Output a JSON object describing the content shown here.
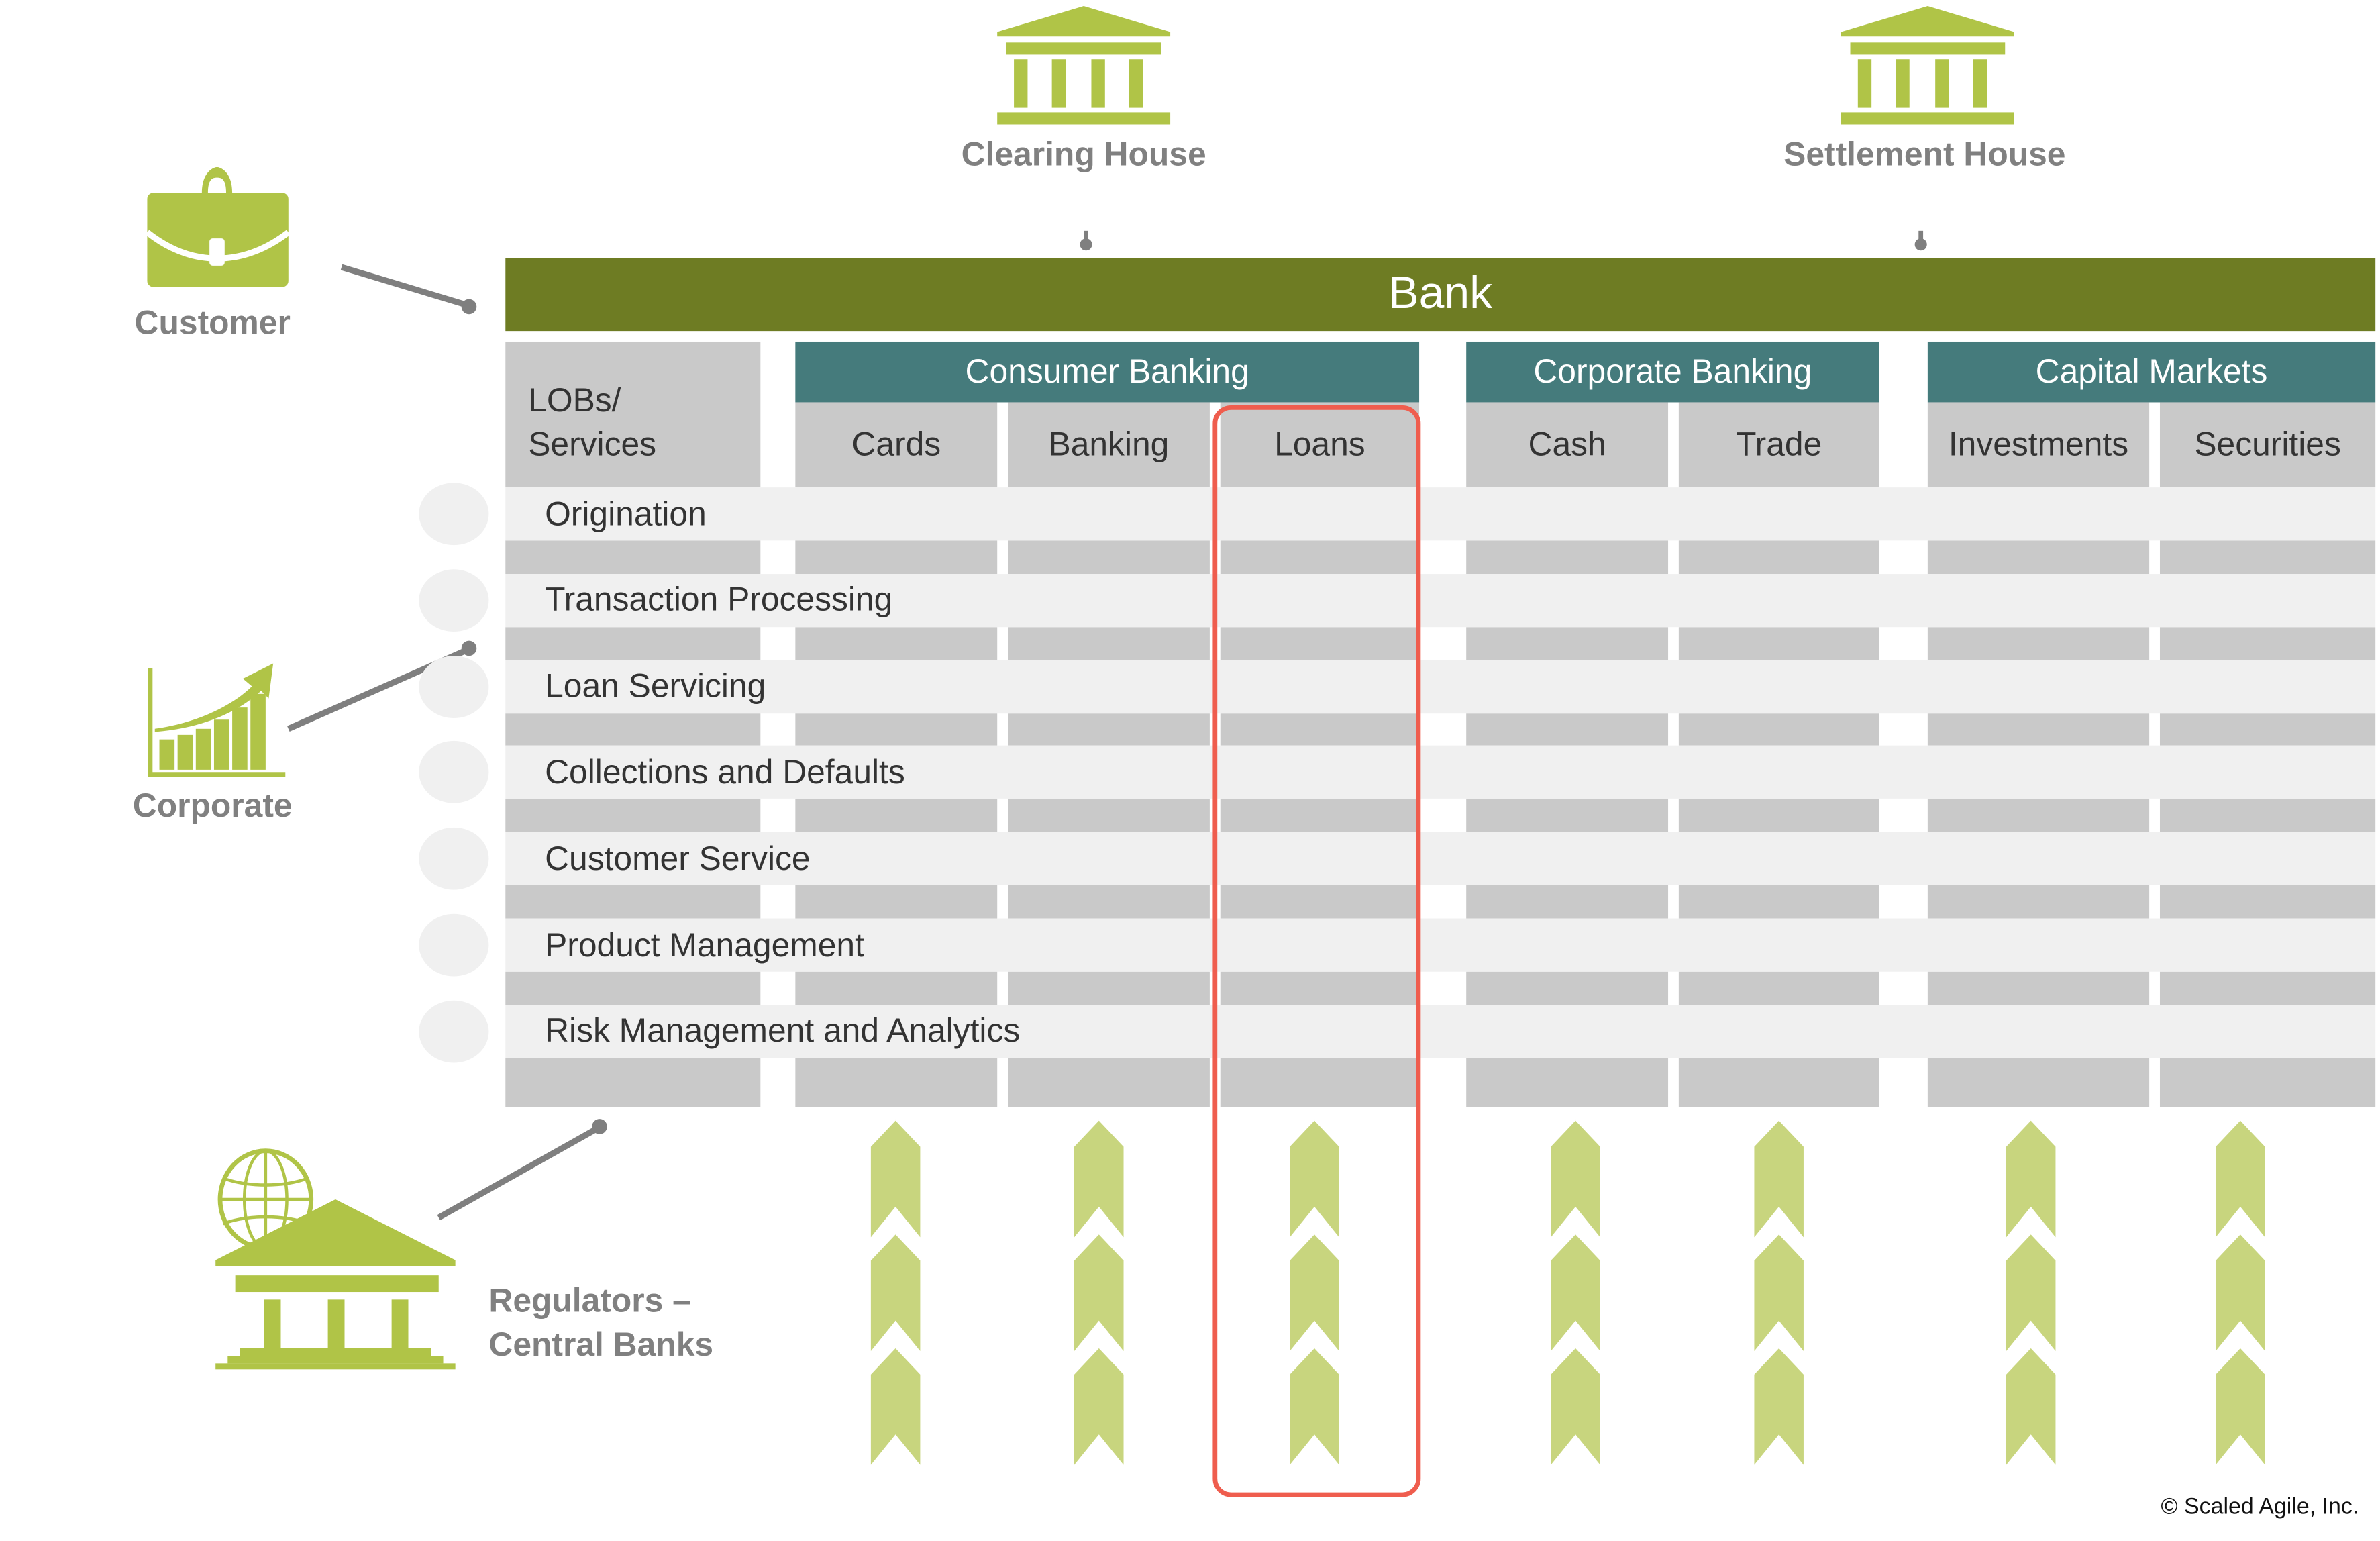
{
  "colors": {
    "bank_bar": "#6e7c23",
    "group_header": "#457b7c",
    "cell_gray": "#c9c9c9",
    "row_light": "#f0f0f0",
    "icon_green": "#b0c447",
    "value_stream_green": "#c8d57e",
    "highlight_red": "#ef5d4e",
    "label_gray": "#808080"
  },
  "external_entities": {
    "clearing_house": "Clearing House",
    "settlement_house": "Settlement House",
    "customer": "Customer",
    "corporate": "Corporate",
    "regulators_line1": "Regulators –",
    "regulators_line2": "Central Banks"
  },
  "bank": {
    "title": "Bank",
    "lobs_label_line1": "LOBs/",
    "lobs_label_line2": "Services",
    "groups": [
      {
        "label": "Consumer Banking",
        "columns": [
          "Cards",
          "Banking",
          "Loans"
        ]
      },
      {
        "label": "Corporate Banking",
        "columns": [
          "Cash",
          "Trade"
        ]
      },
      {
        "label": "Capital Markets",
        "columns": [
          "Investments",
          "Securities"
        ]
      }
    ],
    "services": [
      "Origination",
      "Transaction Processing",
      "Loan Servicing",
      "Collections and Defaults",
      "Customer Service",
      "Product Management",
      "Risk Management and Analytics"
    ],
    "highlighted_column": "Loans"
  },
  "value_streams": {
    "chevrons_per_column": 3
  },
  "footer": {
    "copyright": "© Scaled Agile, Inc."
  }
}
